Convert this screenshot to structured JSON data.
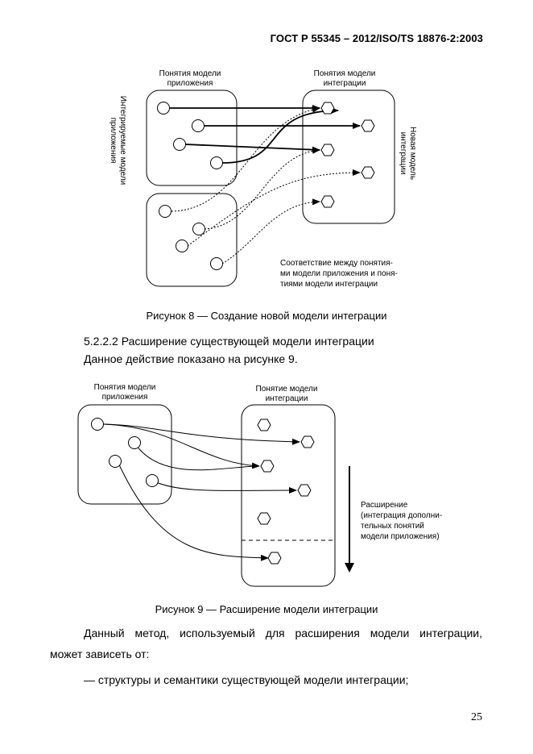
{
  "header": {
    "doc_id": "ГОСТ Р 55345 – 2012/ISO/TS 18876-2:2003"
  },
  "figure8": {
    "left_label": [
      "Понятия модели",
      "приложения"
    ],
    "right_label": [
      "Понятия модели",
      "интеграции"
    ],
    "vertical_left": [
      "Интегрируемые модели",
      "приложения"
    ],
    "vertical_right": [
      "Новая модель",
      "интеграции"
    ],
    "note": [
      "Соответствие между понятия-",
      "ми модели приложения и поня-",
      "тиями модели интеграции"
    ],
    "caption": "Рисунок 8 — Создание новой модели интеграции"
  },
  "section": {
    "heading": "5.2.2.2  Расширение существующей модели интеграции",
    "intro": "Данное действие показано на рисунке 9."
  },
  "figure9": {
    "left_label": [
      "Понятия модели",
      "приложения"
    ],
    "right_label": [
      "Понятие модели",
      "интеграции"
    ],
    "note": [
      "Расширение",
      "(интеграция дополни-",
      "тельных понятий",
      "модели приложения)"
    ],
    "caption": "Рисунок 9 — Расширение модели интеграции"
  },
  "body": {
    "para_line1": "Данный метод, используемый для расширения модели интеграции,",
    "para_line2": "может зависеть от:",
    "bullet1": "— структуры и семантики существующей модели интеграции;"
  },
  "page_number": "25"
}
